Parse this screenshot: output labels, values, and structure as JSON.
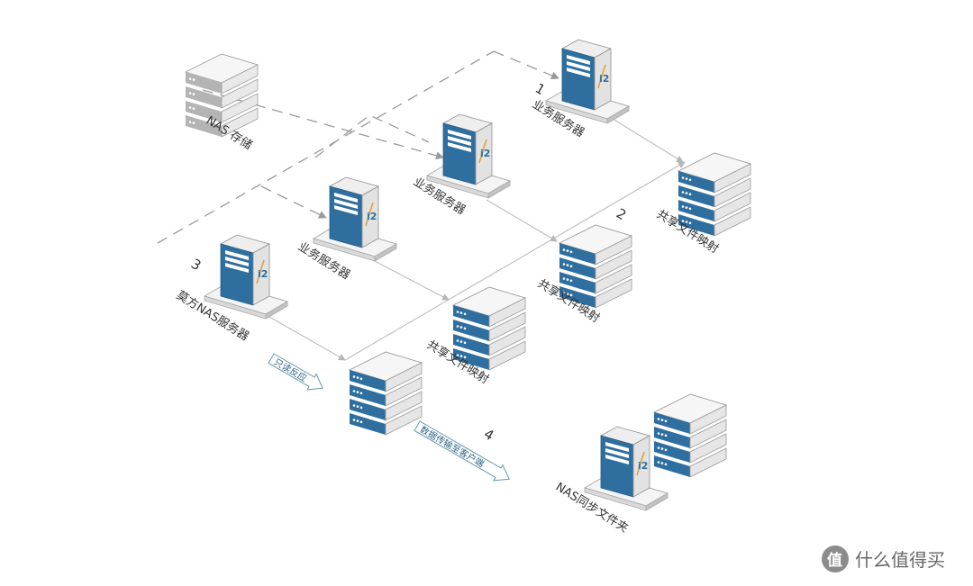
{
  "nodes": {
    "nas_storage": "NAS 存储",
    "biz_server_1": "业务服务器",
    "biz_server_2": "业务服务器",
    "biz_server_3": "业务服务器",
    "moofang_nas_server": "莫方NAS服务器",
    "share_map_1": "共享文件映射",
    "share_map_2": "共享文件映射",
    "share_map_3": "共享文件映射",
    "nas_sync_folder": "NAS同步文件夹"
  },
  "numbers": {
    "n1": "1",
    "n2": "2",
    "n3": "3",
    "n4": "4"
  },
  "callouts": {
    "feedback": "只读反应",
    "transfer": "数据传输至客户端"
  },
  "server_logo": "i2",
  "watermark": {
    "text": "什么值得买",
    "icon": "zhi-logo-icon"
  },
  "colors": {
    "server_blue": "#2f6f9f",
    "line_gray": "#b9b9b9",
    "arrow_teal": "#5f98a8"
  }
}
